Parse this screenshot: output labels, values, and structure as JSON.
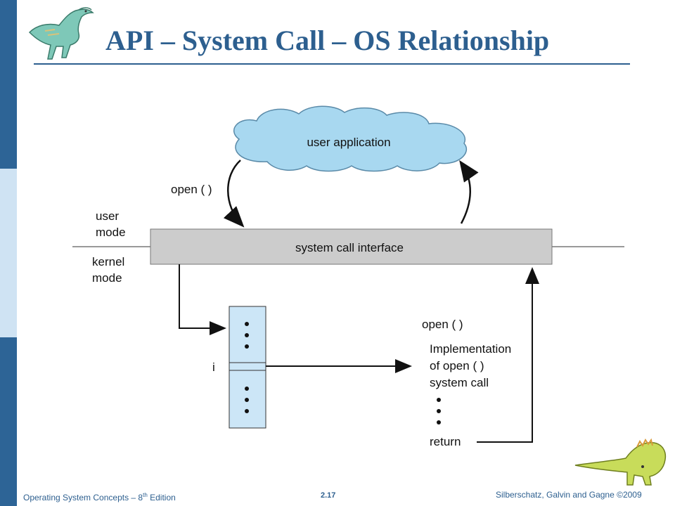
{
  "slide": {
    "title": "API – System Call – OS Relationship"
  },
  "diagram": {
    "user_application": "user application",
    "open_call_top": "open ( )",
    "user_mode": [
      "user",
      "mode"
    ],
    "kernel_mode": [
      "kernel",
      "mode"
    ],
    "system_call_interface": "system call interface",
    "table_index": "i",
    "open_call_impl": "open ( )",
    "implementation": [
      "Implementation",
      "of open ( )",
      "system call"
    ],
    "return_label": "return"
  },
  "footer": {
    "book": "Operating System Concepts – 8",
    "edition_sup": "th",
    "edition": " Edition",
    "page": "2.17",
    "authors": "Silberschatz, Galvin and Gagne ©2009"
  },
  "colors": {
    "title": "#2d5f8f",
    "sidebar": "#2d6496",
    "cloud_fill": "#a8d8f0",
    "interface_fill": "#cccccc",
    "table_fill": "#cce6f7"
  }
}
